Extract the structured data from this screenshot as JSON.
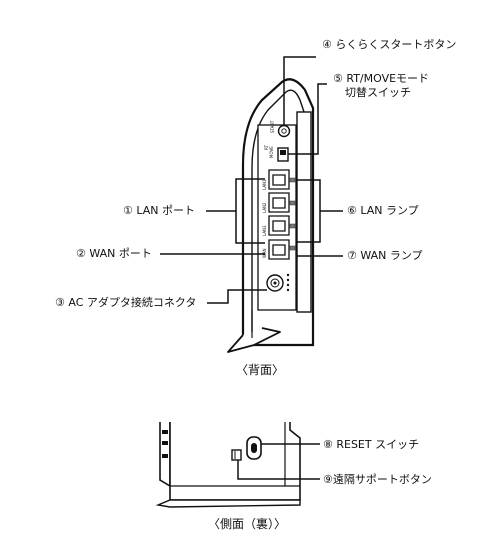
{
  "labels": {
    "rakuraku": "④ らくらくスタートボタン",
    "mode_line1": "⑤ RT/MOVEモード",
    "mode_line2": "切替スイッチ",
    "lan_port": "① LAN ポート",
    "wan_port": "② WAN ポート",
    "ac_connector": "③ AC アダプタ接続コネクタ",
    "lan_lamp": "⑥ LAN ランプ",
    "wan_lamp": "⑦ WAN ランプ",
    "reset": "⑧ RESET スイッチ",
    "remote": "⑨遠隔サポートボタン"
  },
  "captions": {
    "back": "〈背面〉",
    "side": "〈側面（裏）〉"
  },
  "device_marks": {
    "port_lan1": "LAN1",
    "port_lan2": "LAN2",
    "port_lan3": "LAN3",
    "port_wan": "WAN",
    "mode_rt": "RT",
    "mode_move": "MOVE",
    "start": "START"
  }
}
